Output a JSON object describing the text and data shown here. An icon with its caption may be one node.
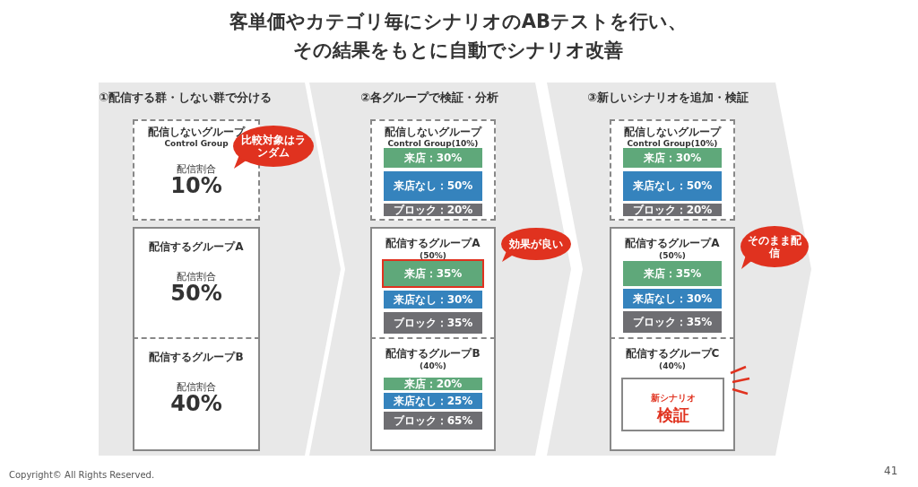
{
  "diagram": {
    "title": "客単価やカテゴリ毎にシナリオのABテストを行い、その結果をもとに自動でシナリオ改善",
    "nodes": [
      {
        "text": [
          "①配信する群・しない群で分ける"
        ]
      },
      {
        "text": [
          "配信しないグループ",
          "Control Group",
          "配信割合",
          "10%"
        ],
        "in": 0
      },
      {
        "text": [
          "比較対象はランダム"
        ],
        "in": 0
      },
      {
        "text": [],
        "shape": "box",
        "in": 0
      },
      {
        "text": [
          "配信するグループA",
          "配信割合",
          "50%"
        ],
        "in": 3
      },
      {
        "text": [
          "配信するグループB",
          "配信割合",
          "40%"
        ],
        "in": 3
      },
      {
        "text": [
          "②各グループで検証・分析"
        ]
      },
      {
        "text": [
          "配信しないグループ",
          "Control Group(10%)"
        ],
        "in": 6
      },
      {
        "text": [
          "来店：30%"
        ],
        "in": 7
      },
      {
        "text": [
          "来店なし：50%"
        ],
        "in": 7
      },
      {
        "text": [
          "ブロック：20%"
        ],
        "in": 7
      },
      {
        "text": [],
        "shape": "box",
        "in": 6
      },
      {
        "text": [
          "配信するグループA",
          "(50%)"
        ],
        "in": 11
      },
      {
        "text": [
          "来店：35%"
        ],
        "in": 12
      },
      {
        "text": [
          "来店なし：30%"
        ],
        "in": 12
      },
      {
        "text": [
          "ブロック：35%"
        ],
        "in": 12
      },
      {
        "text": [
          "効果が良い"
        ],
        "in": 6
      },
      {
        "text": [
          "配信するグループB",
          "(40%)"
        ],
        "in": 11
      },
      {
        "text": [
          "来店：20%"
        ],
        "in": 17
      },
      {
        "text": [
          "来店なし：25%"
        ],
        "in": 17
      },
      {
        "text": [
          "ブロック：65%"
        ],
        "in": 17
      },
      {
        "text": [
          "③新しいシナリオを追加・検証"
        ]
      },
      {
        "text": [
          "配信しないグループ",
          "Control Group(10%)"
        ],
        "in": 21
      },
      {
        "text": [
          "来店：30%"
        ],
        "in": 22
      },
      {
        "text": [
          "来店なし：50%"
        ],
        "in": 22
      },
      {
        "text": [
          "ブロック：20%"
        ],
        "in": 22
      },
      {
        "text": [],
        "shape": "box",
        "in": 21
      },
      {
        "text": [
          "配信するグループA",
          "(50%)"
        ],
        "in": 26
      },
      {
        "text": [
          "来店：35%"
        ],
        "in": 27
      },
      {
        "text": [
          "来店なし：30%"
        ],
        "in": 27
      },
      {
        "text": [
          "ブロック：35%"
        ],
        "in": 27
      },
      {
        "text": [
          "そのまま配信"
        ],
        "in": 21
      },
      {
        "text": [
          "配信するグループC",
          "(40%)"
        ],
        "in": 26
      },
      {
        "text": [
          "新シナリオ",
          "検証"
        ],
        "in": 32
      }
    ],
    "labels": [
      "Copyright© All Rights Reserved.",
      "41"
    ]
  }
}
